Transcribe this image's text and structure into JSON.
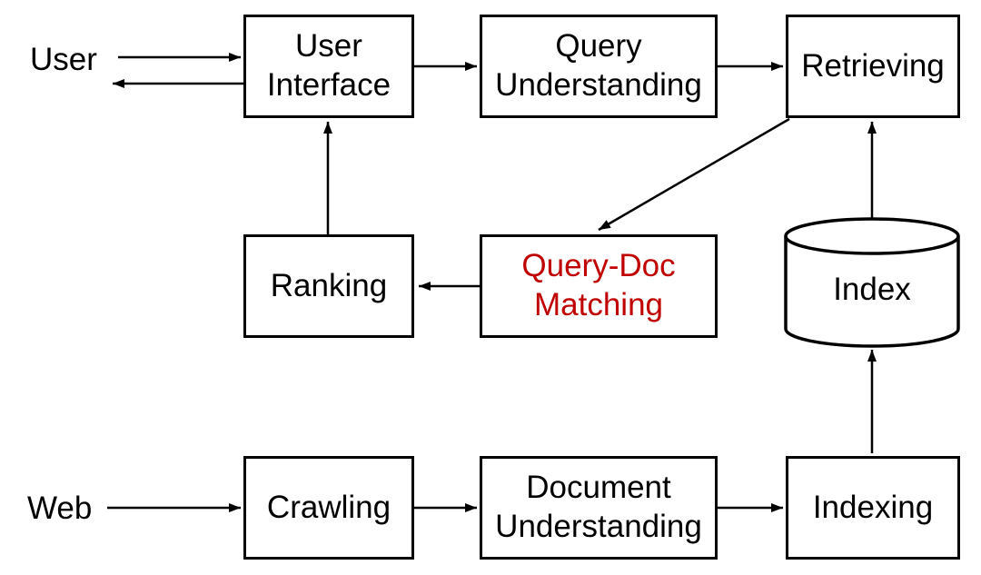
{
  "diagram": {
    "colors": {
      "line": "#000000",
      "highlight": "#C00000",
      "background": "#FFFFFF"
    },
    "external_labels": {
      "user": "User",
      "web": "Web"
    },
    "nodes": {
      "user_interface": "User\nInterface",
      "query_understanding": "Query\nUnderstanding",
      "retrieving": "Retrieving",
      "ranking": "Ranking",
      "query_doc_matching": "Query-Doc\nMatching",
      "index": "Index",
      "crawling": "Crawling",
      "document_understanding": "Document\nUnderstanding",
      "indexing": "Indexing"
    },
    "highlighted_node": "query_doc_matching",
    "edges": [
      {
        "from": "User",
        "to": "User Interface"
      },
      {
        "from": "User Interface",
        "to": "User"
      },
      {
        "from": "User Interface",
        "to": "Query Understanding"
      },
      {
        "from": "Query Understanding",
        "to": "Retrieving"
      },
      {
        "from": "Retrieving",
        "to": "Query-Doc Matching"
      },
      {
        "from": "Query-Doc Matching",
        "to": "Ranking"
      },
      {
        "from": "Ranking",
        "to": "User Interface"
      },
      {
        "from": "Index",
        "to": "Retrieving"
      },
      {
        "from": "Web",
        "to": "Crawling"
      },
      {
        "from": "Crawling",
        "to": "Document Understanding"
      },
      {
        "from": "Document Understanding",
        "to": "Indexing"
      },
      {
        "from": "Indexing",
        "to": "Index"
      }
    ]
  }
}
